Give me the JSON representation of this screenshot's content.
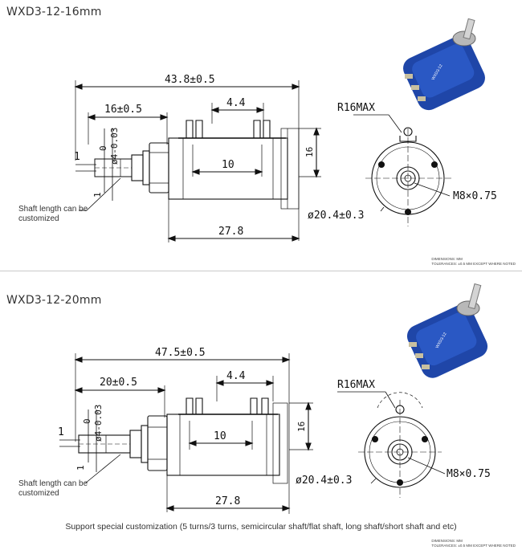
{
  "sections": [
    {
      "title": "WXD3-12-16mm",
      "overall_length": "43.8±0.5",
      "shaft_length": "16±0.5",
      "terminal_spacing": "4.4",
      "shaft_dia": "ø4-0.03",
      "shaft_dia_tol": "0",
      "flat_width": "1",
      "flat_depth": "1",
      "body_inner": "10",
      "body_height": "16",
      "body_length": "27.8",
      "radius": "R16MAX",
      "body_dia": "ø20.4±0.3",
      "thread": "M8×0.75",
      "note": [
        "Shaft length can be",
        "customized"
      ],
      "dims_note": [
        "DIMENSIONS: MM",
        "TOLERANCES: ±0.5 MM EXCEPT WHERE NOTED"
      ]
    },
    {
      "title": "WXD3-12-20mm",
      "overall_length": "47.5±0.5",
      "shaft_length": "20±0.5",
      "terminal_spacing": "4.4",
      "shaft_dia": "ø4-0.03",
      "shaft_dia_tol": "0",
      "flat_width": "1",
      "flat_depth": "1",
      "body_inner": "10",
      "body_height": "16",
      "body_length": "27.8",
      "radius": "R16MAX",
      "body_dia": "ø20.4±0.3",
      "thread": "M8×0.75",
      "note": [
        "Shaft length can be",
        "customized"
      ],
      "dims_note": [
        "DIMENSIONS: MM",
        "TOLERANCES: ±0.5 MM EXCEPT WHERE NOTED"
      ]
    }
  ],
  "footer": "Support special customization (5 turns/3 turns, semicircular shaft/flat shaft, long shaft/short shaft and etc)",
  "product_label": "WXD3-12",
  "colors": {
    "body_blue": "#1f46a8",
    "line": "#111111",
    "divider": "#c9c9c9"
  }
}
